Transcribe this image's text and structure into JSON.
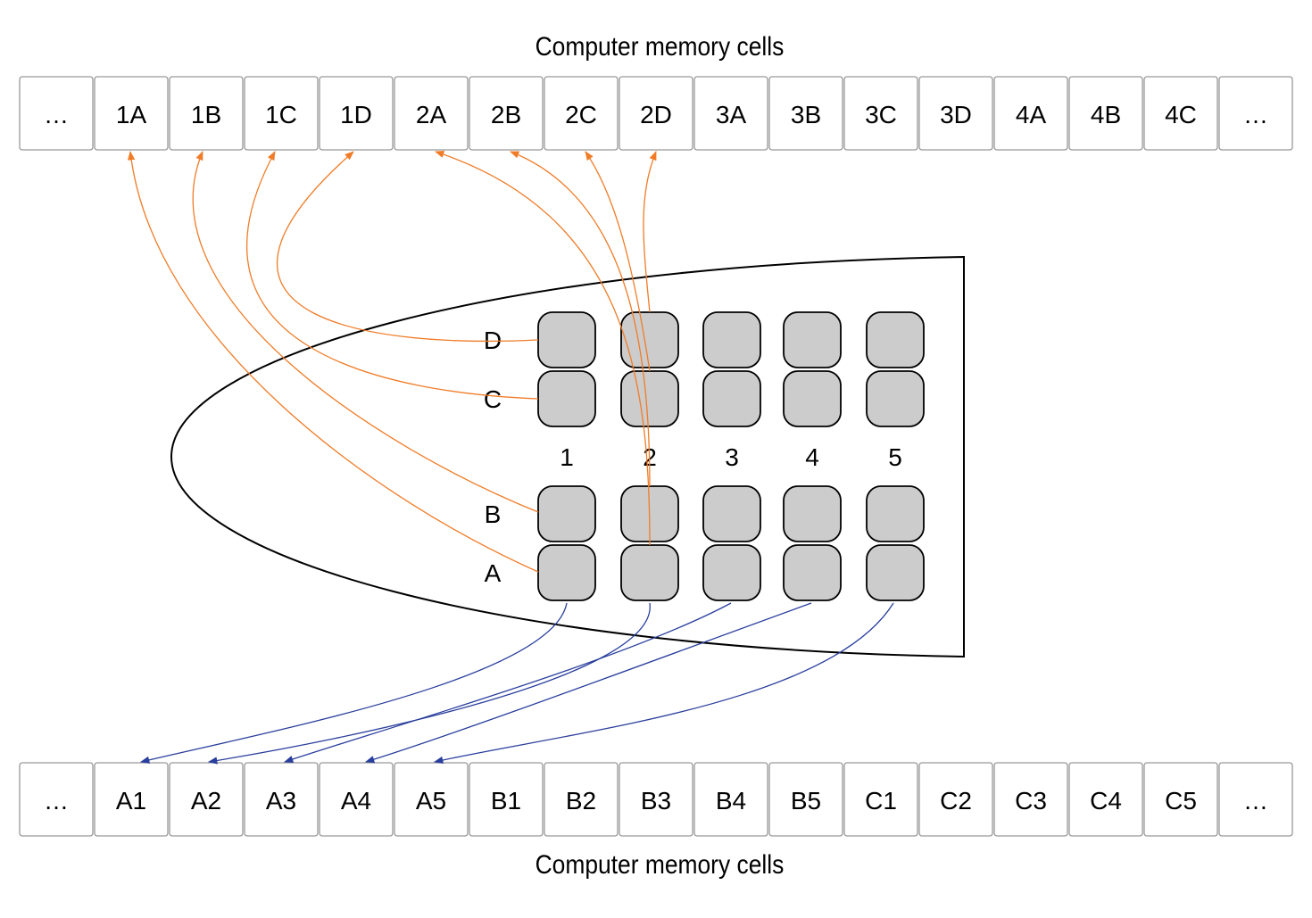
{
  "captions": {
    "top": "Computer memory cells",
    "bottom": "Computer memory cells"
  },
  "top_cells": [
    "…",
    "1A",
    "1B",
    "1C",
    "1D",
    "2A",
    "2B",
    "2C",
    "2D",
    "3A",
    "3B",
    "3C",
    "3D",
    "4A",
    "4B",
    "4C",
    "…"
  ],
  "bottom_cells": [
    "…",
    "A1",
    "A2",
    "A3",
    "A4",
    "A5",
    "B1",
    "B2",
    "B3",
    "B4",
    "B5",
    "C1",
    "C2",
    "C3",
    "C4",
    "C5",
    "…"
  ],
  "plate": {
    "rows": [
      "D",
      "C",
      "B",
      "A"
    ],
    "columns": [
      "1",
      "2",
      "3",
      "4",
      "5"
    ]
  },
  "colors": {
    "column_major_arrows": "#f07c28",
    "row_major_arrows": "#2a3f9d",
    "well_fill": "#cccccc",
    "cell_border": "#999999"
  },
  "mappings": {
    "column_major": [
      {
        "from": "A1",
        "to": "1A"
      },
      {
        "from": "B1",
        "to": "1B"
      },
      {
        "from": "C1",
        "to": "1C"
      },
      {
        "from": "D1",
        "to": "1D"
      },
      {
        "from": "A2",
        "to": "2A"
      },
      {
        "from": "B2",
        "to": "2B"
      },
      {
        "from": "C2",
        "to": "2C"
      },
      {
        "from": "D2",
        "to": "2D"
      }
    ],
    "row_major": [
      {
        "from": "A1",
        "to": "A1"
      },
      {
        "from": "A2",
        "to": "A2"
      },
      {
        "from": "A3",
        "to": "A3"
      },
      {
        "from": "A4",
        "to": "A4"
      },
      {
        "from": "A5",
        "to": "A5"
      }
    ]
  }
}
